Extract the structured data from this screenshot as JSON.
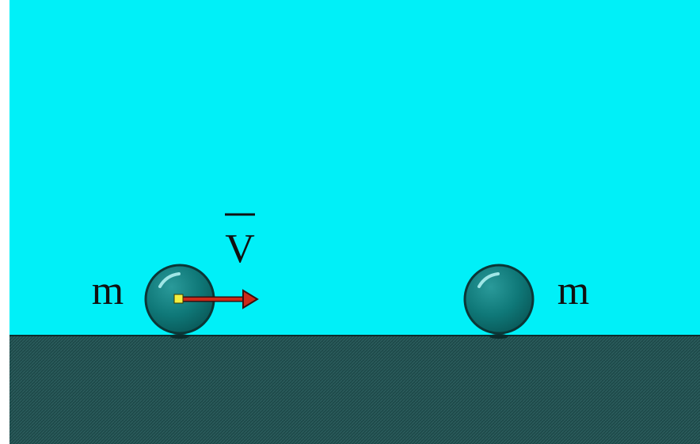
{
  "scene": {
    "labels": {
      "left_mass": "m",
      "right_mass": "m",
      "velocity": "V"
    },
    "colors": {
      "sky": "#00f0f8",
      "ground": "#1e4a4a",
      "ball": "#0f7878",
      "ball_highlight": "#9fe6e6",
      "arrow": "#cc2a1a",
      "arrow_origin": "#f4f040",
      "border": "#ffffff"
    },
    "icons": {
      "left_ball": "sphere",
      "right_ball": "sphere",
      "velocity_arrow": "arrow-right"
    }
  }
}
